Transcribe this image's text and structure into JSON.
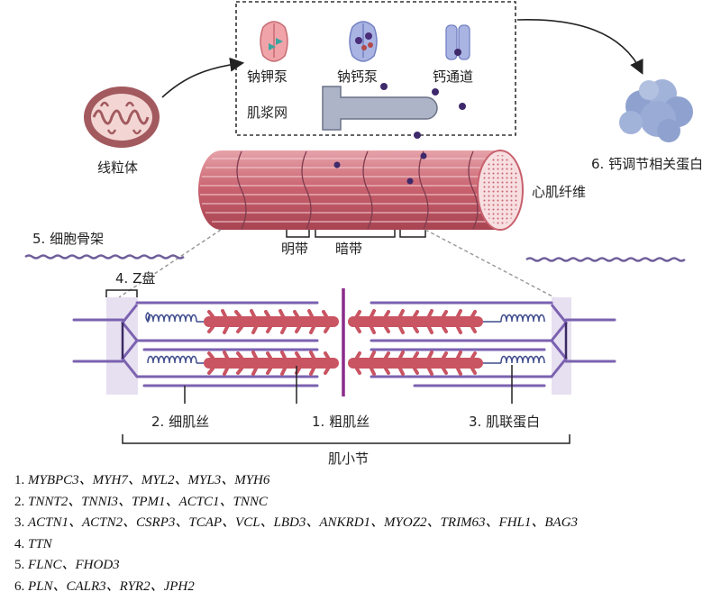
{
  "organelles": {
    "mitochondria": "线粒体",
    "sr_box": "肌浆网",
    "na_k_pump": "钠钾泵",
    "na_ca_pump": "钠钙泵",
    "ca_channel": "钙通道",
    "calcium_protein": "6. 钙调节相关蛋白",
    "myofibril": "心肌纤维"
  },
  "bands": {
    "light": "明带",
    "dark": "暗带"
  },
  "sarcomere": {
    "cytoskeleton": "5. 细胞骨架",
    "z_disc": "4. Z盘",
    "thin": "2. 细肌丝",
    "thick": "1. 粗肌丝",
    "titin": "3. 肌联蛋白",
    "sarcomere": "肌小节"
  },
  "gene_list": [
    {
      "num": "1.",
      "genes": "MYBPC3、MYH7、MYL2、MYL3、MYH6"
    },
    {
      "num": "2.",
      "genes": "TNNT2、TNNI3、TPM1、ACTC1、TNNC"
    },
    {
      "num": "3.",
      "genes": "ACTN1、ACTN2、CSRP3、TCAP、VCL、LBD3、ANKRD1、MYOZ2、TRIM63、FHL1、BAG3"
    },
    {
      "num": "4.",
      "genes": "TTN"
    },
    {
      "num": "5.",
      "genes": "FLNC、FHOD3"
    },
    {
      "num": "6.",
      "genes": "PLN、CALR3、RYR2、JPH2"
    }
  ]
}
